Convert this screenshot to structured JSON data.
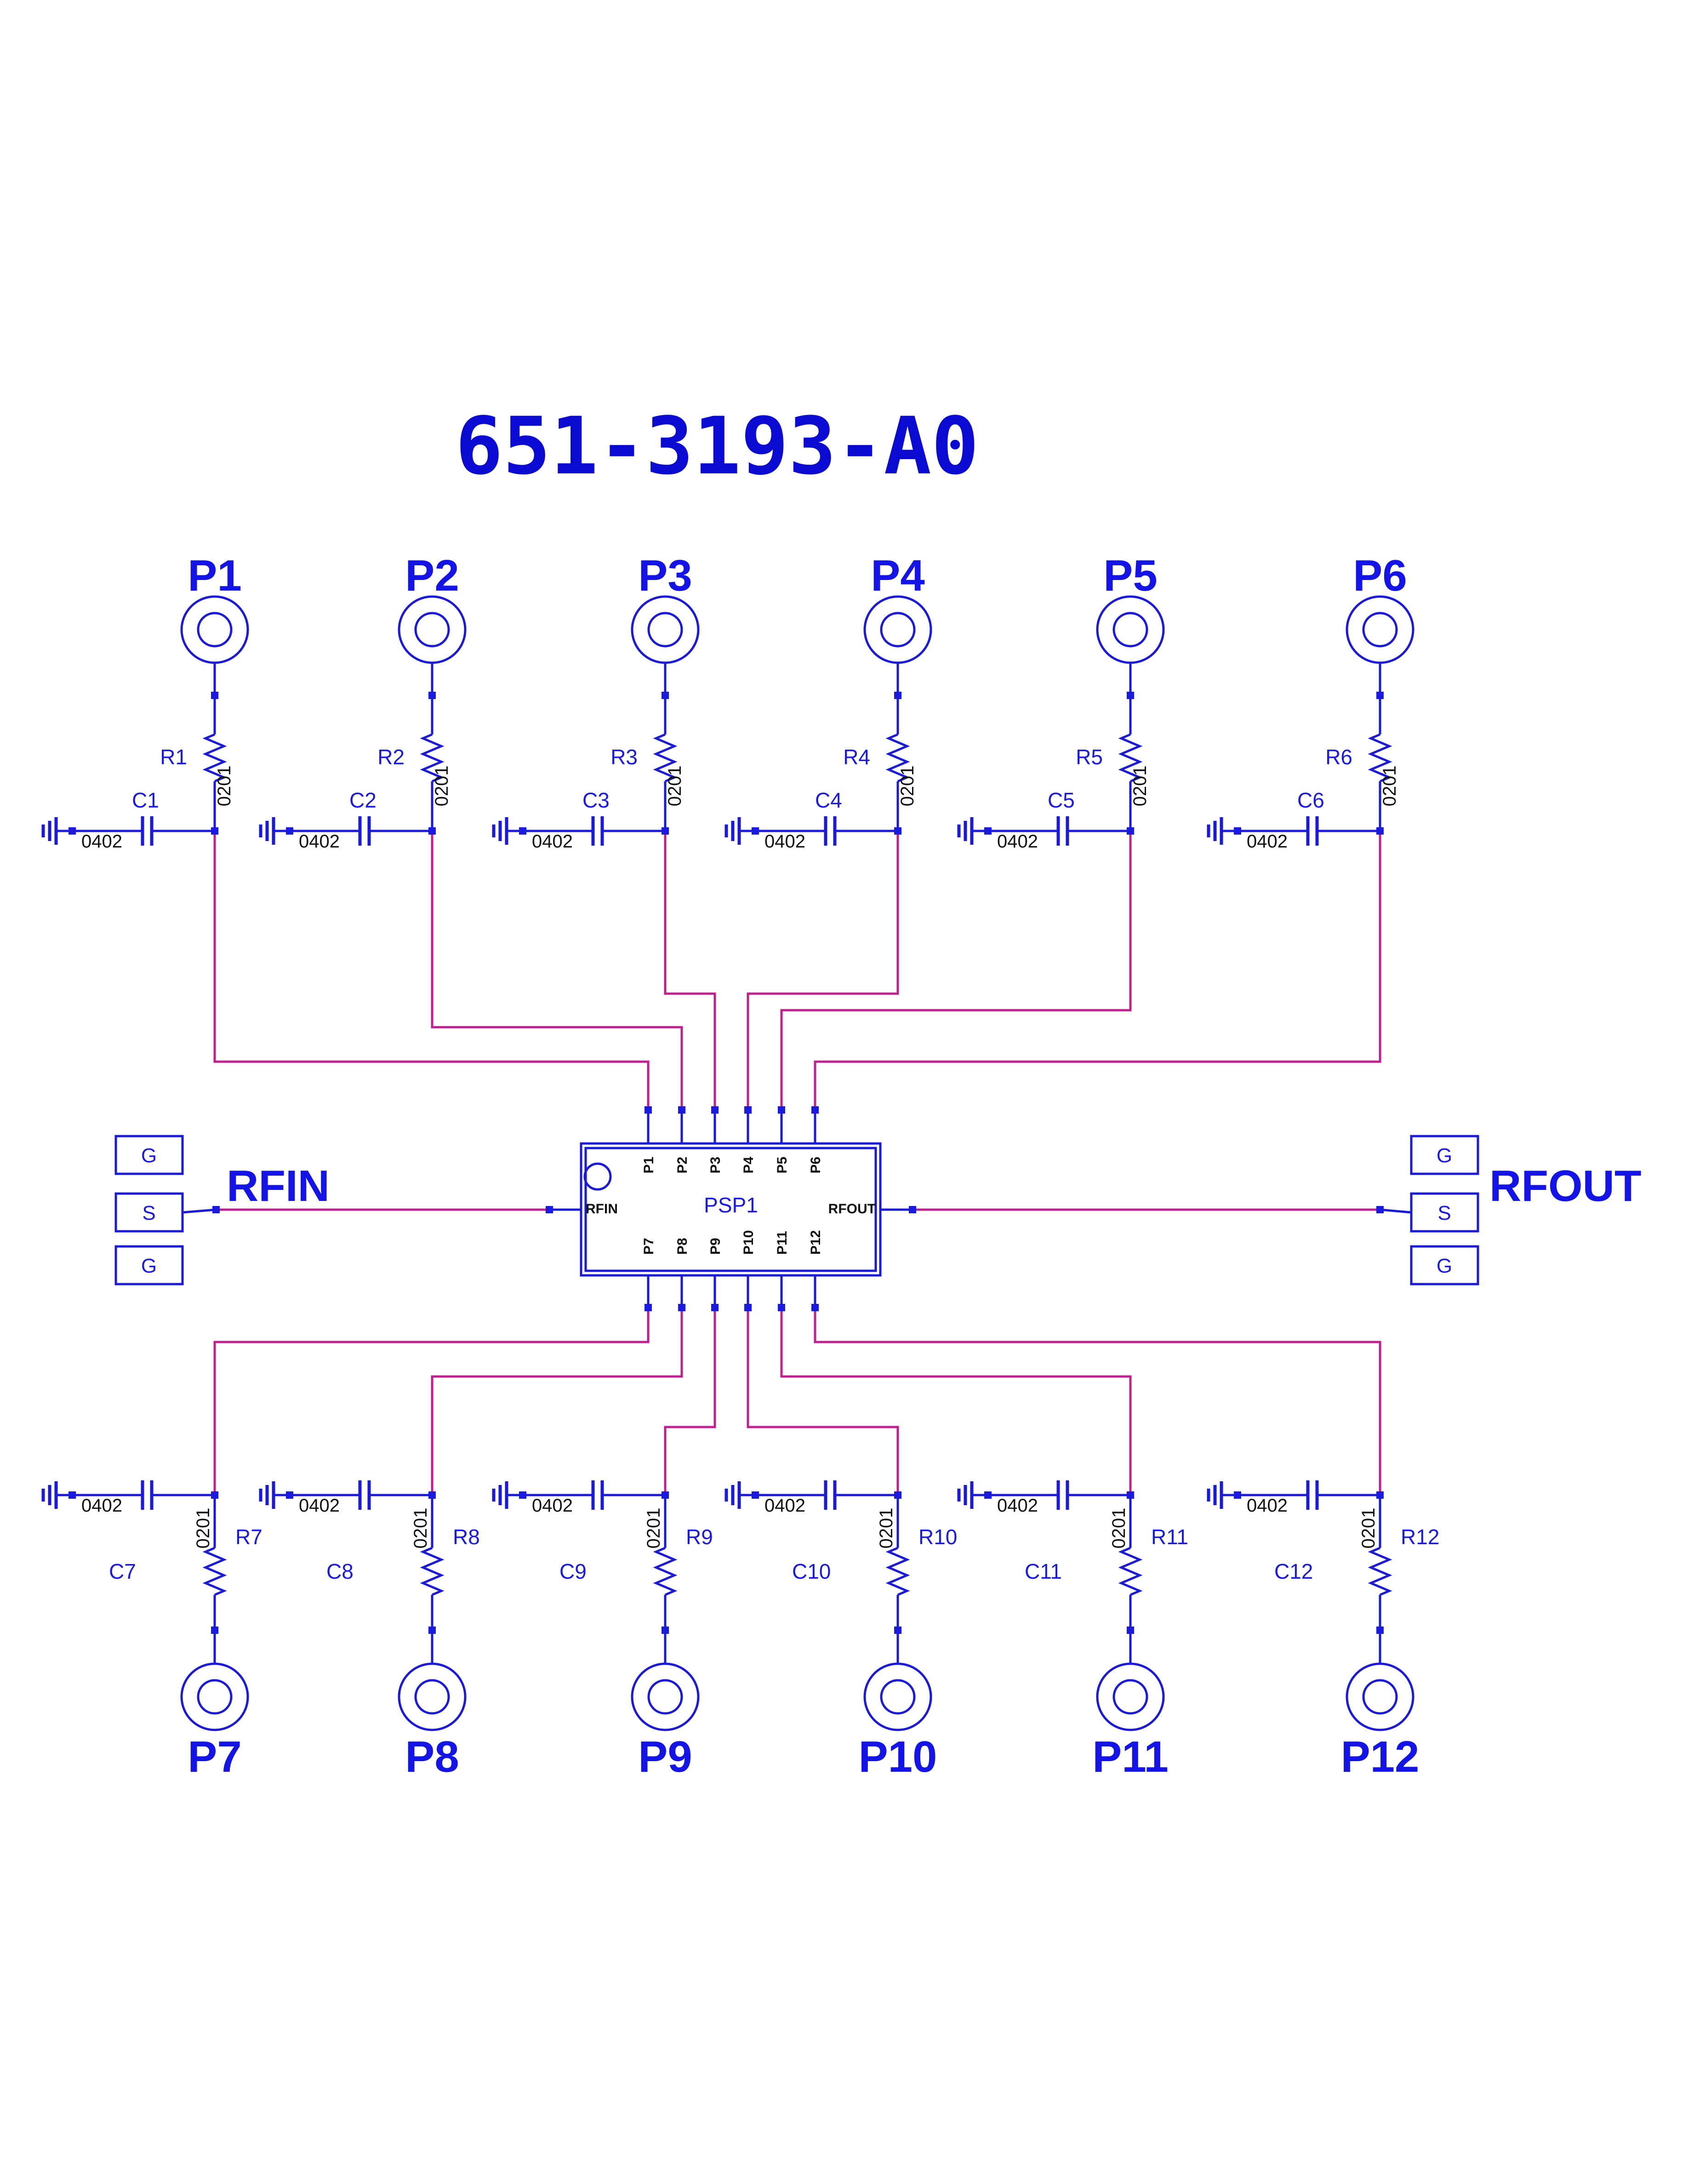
{
  "title": "651-3193-A0",
  "ic": {
    "ref": "PSP1",
    "rfin_pin": "RFIN",
    "rfout_pin": "RFOUT",
    "top_pins": [
      "P1",
      "P2",
      "P3",
      "P4",
      "P5",
      "P6"
    ],
    "bottom_pins": [
      "P7",
      "P8",
      "P9",
      "P10",
      "P11",
      "P12"
    ]
  },
  "rf_ports": {
    "in_label": "RFIN",
    "out_label": "RFOUT",
    "pads": [
      "G",
      "S",
      "G"
    ]
  },
  "top_channels": [
    {
      "port": "P1",
      "resistor": "R1",
      "capacitor": "C1",
      "r_size": "0201",
      "c_size": "0402"
    },
    {
      "port": "P2",
      "resistor": "R2",
      "capacitor": "C2",
      "r_size": "0201",
      "c_size": "0402"
    },
    {
      "port": "P3",
      "resistor": "R3",
      "capacitor": "C3",
      "r_size": "0201",
      "c_size": "0402"
    },
    {
      "port": "P4",
      "resistor": "R4",
      "capacitor": "C4",
      "r_size": "0201",
      "c_size": "0402"
    },
    {
      "port": "P5",
      "resistor": "R5",
      "capacitor": "C5",
      "r_size": "0201",
      "c_size": "0402"
    },
    {
      "port": "P6",
      "resistor": "R6",
      "capacitor": "C6",
      "r_size": "0201",
      "c_size": "0402"
    }
  ],
  "bottom_channels": [
    {
      "port": "P7",
      "resistor": "R7",
      "capacitor": "C7",
      "r_size": "0201",
      "c_size": "0402"
    },
    {
      "port": "P8",
      "resistor": "R8",
      "capacitor": "C8",
      "r_size": "0201",
      "c_size": "0402"
    },
    {
      "port": "P9",
      "resistor": "R9",
      "capacitor": "C9",
      "r_size": "0201",
      "c_size": "0402"
    },
    {
      "port": "P10",
      "resistor": "R10",
      "capacitor": "C10",
      "r_size": "0201",
      "c_size": "0402"
    },
    {
      "port": "P11",
      "resistor": "R11",
      "capacitor": "C11",
      "r_size": "0201",
      "c_size": "0402"
    },
    {
      "port": "P12",
      "resistor": "R12",
      "capacitor": "C12",
      "r_size": "0201",
      "c_size": "0402"
    }
  ],
  "colors": {
    "component": "#1a1ad8",
    "wire": "#c0208f",
    "title": "#0a0ad2"
  }
}
